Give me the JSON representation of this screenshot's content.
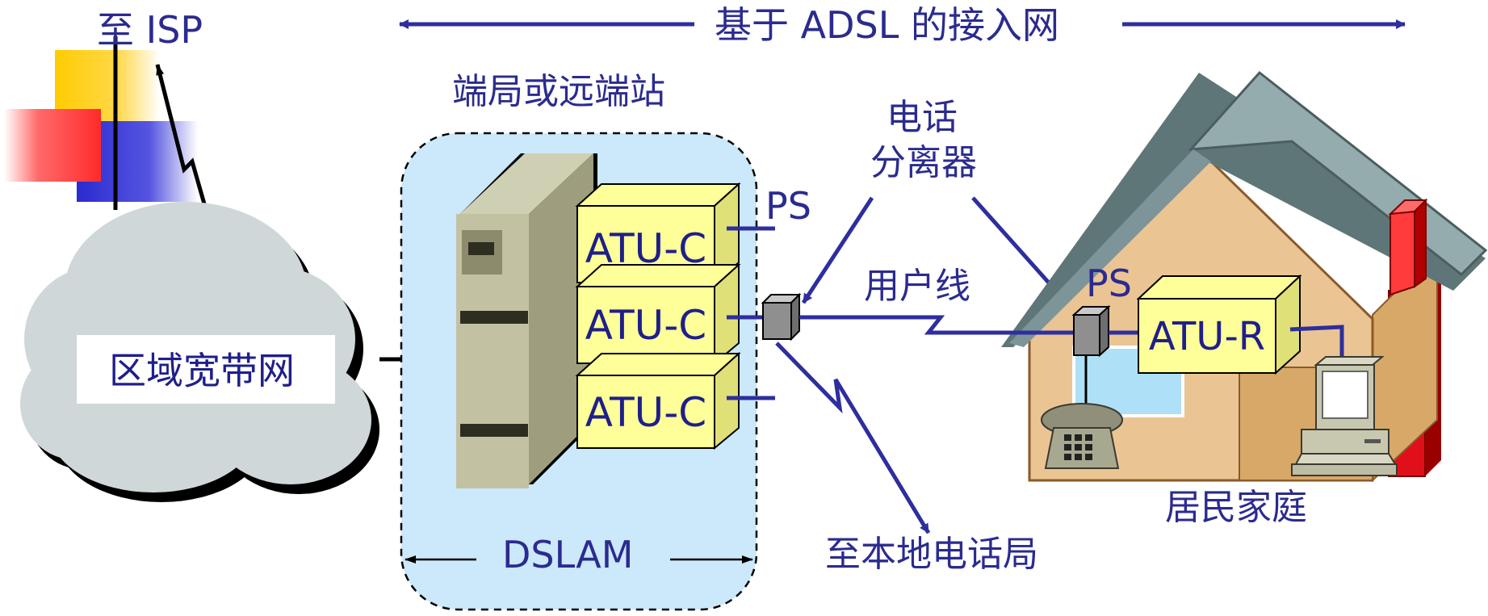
{
  "title": "基于 ADSL 的接入网",
  "to_isp": "至 ISP",
  "central_office": "端局或远端站",
  "regional_network": "区域宽带网",
  "dslam": "DSLAM",
  "atu_c": [
    "ATU-C",
    "ATU-C",
    "ATU-C"
  ],
  "ps_left": "PS",
  "ps_right": "PS",
  "splitter": [
    "电话",
    "分离器"
  ],
  "user_line": "用户线",
  "to_local_office": "至本地电话局",
  "atu_r": "ATU-R",
  "home": "居民家庭",
  "colors": {
    "text": "#2b2b8f",
    "line": "#2e2e9e",
    "atu_fill": "#ffff99",
    "dslam_bg": "#cce8fb",
    "cloud": "#cfd7d9",
    "house_wall": "#ebc494",
    "roof": "#94acae",
    "chimney": "#e0101a"
  }
}
